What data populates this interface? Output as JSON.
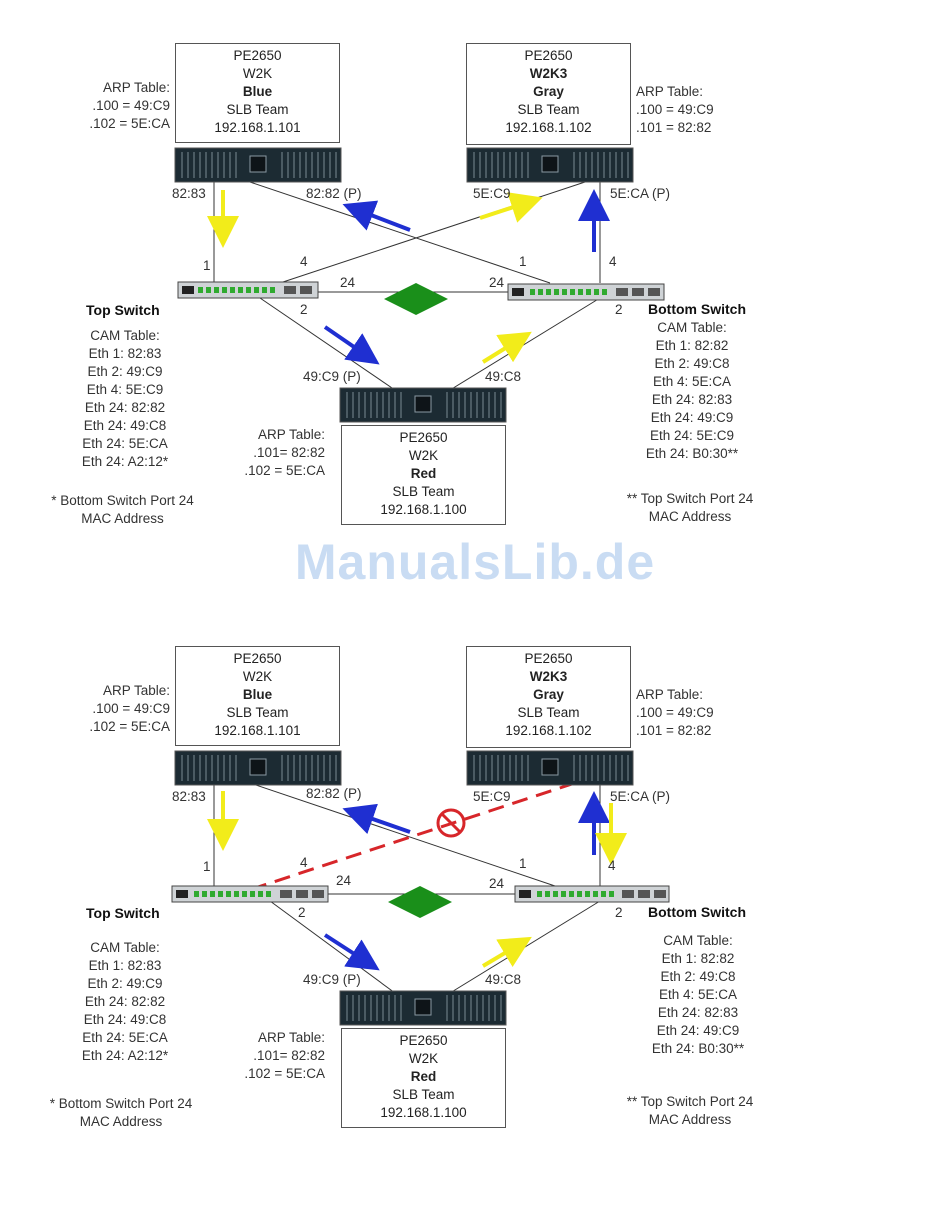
{
  "watermark": "ManualsLib.de",
  "colors": {
    "blue_arrow": "#1f2fd1",
    "yellow_arrow": "#f2ec1a",
    "green_arrow": "#1a8f1a",
    "failure": "#d7262a",
    "server_body": "#1c2b33"
  },
  "diagrams": [
    {
      "blue": {
        "lines": [
          "PE2650",
          "W2K",
          "Blue",
          "SLB Team",
          "192.168.1.101"
        ]
      },
      "gray": {
        "lines": [
          "PE2650",
          "W2K3",
          "Gray",
          "SLB Team",
          "192.168.1.102"
        ]
      },
      "red": {
        "lines": [
          "PE2650",
          "W2K",
          "Red",
          "SLB Team",
          "192.168.1.100"
        ]
      },
      "arp_blue": [
        "ARP Table:",
        ".100 = 49:C9",
        ".102 = 5E:CA"
      ],
      "arp_gray": [
        "ARP Table:",
        ".100 = 49:C9",
        ".101 = 82:82"
      ],
      "arp_red": [
        "ARP Table:",
        ".101= 82:82",
        ".102 = 5E:CA"
      ],
      "top_switch": "Top Switch",
      "bottom_switch": "Bottom Switch",
      "cam_top": [
        "CAM Table:",
        "Eth 1: 82:83",
        "Eth 2: 49:C9",
        "Eth 4: 5E:C9",
        "Eth 24: 82:82",
        "Eth 24: 49:C8",
        "Eth 24: 5E:CA",
        "Eth 24: A2:12*"
      ],
      "cam_bottom": [
        "CAM Table:",
        "Eth 1: 82:82",
        "Eth 2: 49:C8",
        "Eth 4: 5E:CA",
        "Eth 24: 82:83",
        "Eth 24: 49:C9",
        "Eth 24: 5E:C9",
        "Eth 24: B0:30**"
      ],
      "note_top": [
        "* Bottom Switch Port 24",
        "MAC Address"
      ],
      "note_bottom": [
        "** Top Switch Port 24",
        "MAC Address"
      ],
      "mac": {
        "blue_1": "82:83",
        "blue_2": "82:82 (P)",
        "gray_1": "5E:C9",
        "gray_2": "5E:CA (P)",
        "red_1": "49:C9 (P)",
        "red_2": "49:C8"
      },
      "ports": {
        "top_1": "1",
        "top_4": "4",
        "top_24": "24",
        "top_2": "2",
        "bot_1": "1",
        "bot_4": "4",
        "bot_24": "24",
        "bot_2": "2"
      },
      "failed_link": false
    },
    {
      "blue": {
        "lines": [
          "PE2650",
          "W2K",
          "Blue",
          "SLB Team",
          "192.168.1.101"
        ]
      },
      "gray": {
        "lines": [
          "PE2650",
          "W2K3",
          "Gray",
          "SLB Team",
          "192.168.1.102"
        ]
      },
      "red": {
        "lines": [
          "PE2650",
          "W2K",
          "Red",
          "SLB Team",
          "192.168.1.100"
        ]
      },
      "arp_blue": [
        "ARP Table:",
        ".100 = 49:C9",
        ".102 = 5E:CA"
      ],
      "arp_gray": [
        "ARP Table:",
        ".100 = 49:C9",
        ".101 = 82:82"
      ],
      "arp_red": [
        "ARP Table:",
        ".101= 82:82",
        ".102 = 5E:CA"
      ],
      "top_switch": "Top Switch",
      "bottom_switch": "Bottom Switch",
      "cam_top": [
        "CAM Table:",
        "Eth 1: 82:83",
        "Eth 2: 49:C9",
        "Eth 24: 82:82",
        "Eth 24: 49:C8",
        "Eth 24: 5E:CA",
        "Eth 24: A2:12*"
      ],
      "cam_bottom": [
        "CAM Table:",
        "Eth 1: 82:82",
        "Eth 2: 49:C8",
        "Eth 4: 5E:CA",
        "Eth 24: 82:83",
        "Eth 24: 49:C9",
        "Eth 24: B0:30**"
      ],
      "note_top": [
        "* Bottom Switch Port 24",
        "MAC Address"
      ],
      "note_bottom": [
        "** Top Switch Port 24",
        "MAC Address"
      ],
      "mac": {
        "blue_1": "82:83",
        "blue_2": "82:82 (P)",
        "gray_1": "5E:C9",
        "gray_2": "5E:CA (P)",
        "red_1": "49:C9 (P)",
        "red_2": "49:C8"
      },
      "ports": {
        "top_1": "1",
        "top_4": "4",
        "top_24": "24",
        "top_2": "2",
        "bot_1": "1",
        "bot_4": "4",
        "bot_24": "24",
        "bot_2": "2"
      },
      "failed_link": true
    }
  ]
}
